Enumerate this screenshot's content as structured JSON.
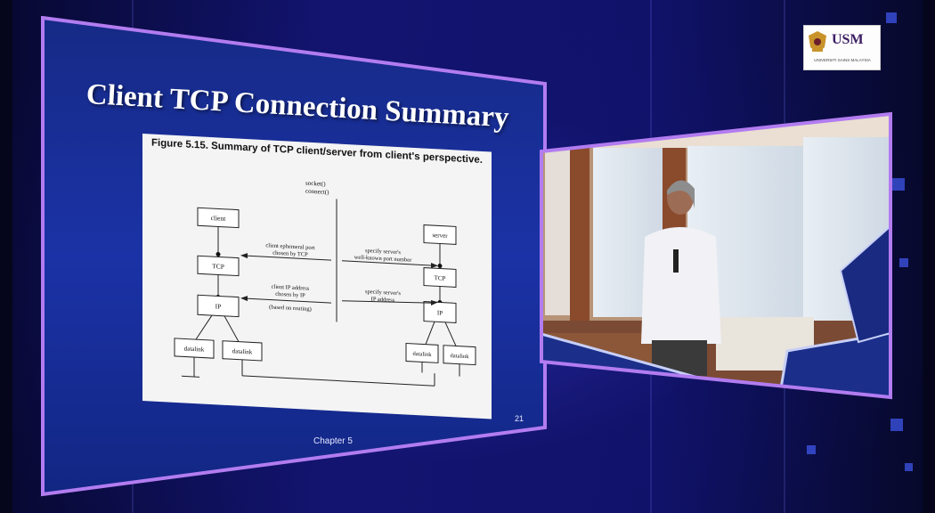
{
  "slide": {
    "title": "Client TCP Connection Summary",
    "slide_number": "21",
    "footer": "Chapter 5"
  },
  "figure": {
    "caption": "Figure 5.15. Summary of TCP client/server from client's perspective.",
    "api_calls": [
      "socket()",
      "connect()"
    ],
    "client_boxes": {
      "app": "client",
      "tcp": "TCP",
      "ip": "IP",
      "datalink1": "datalink",
      "datalink2": "datalink"
    },
    "server_boxes": {
      "app": "server",
      "tcp": "TCP",
      "ip": "IP",
      "datalink1": "datalink",
      "datalink2": "datalink"
    },
    "tcp_note_left": [
      "client ephemeral port",
      "chosen by TCP"
    ],
    "tcp_note_right": [
      "specify server's",
      "well-known port number"
    ],
    "ip_note_left": [
      "client IP address",
      "chosen by IP",
      "(based on routing)"
    ],
    "ip_note_right": [
      "specify server's",
      "IP address"
    ]
  },
  "logo": {
    "text": "USM",
    "subtitle": "UNIVERSITI SAINS MALAYSIA"
  },
  "colors": {
    "background": "#0b0d45",
    "slide_frame": "#b27cf0",
    "slide_fill": "#1a2a8c",
    "accent_square": "#3f56e8"
  }
}
